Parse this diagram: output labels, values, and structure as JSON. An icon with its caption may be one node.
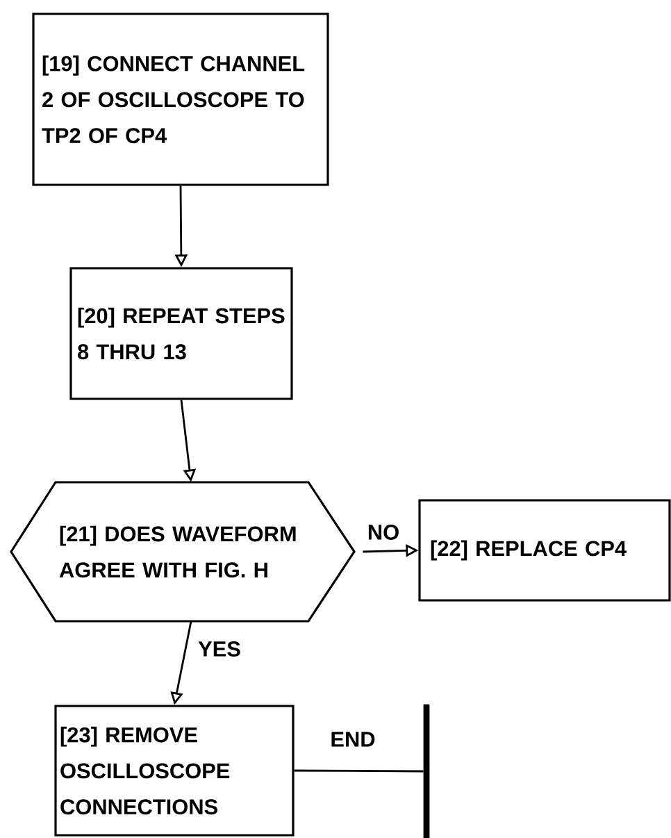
{
  "diagram": {
    "nodes": [
      {
        "text": [
          "[19] CONNECT CHANNEL 2 OF OSCILLOSCOPE TO TP2 OF CP4"
        ]
      },
      {
        "text": [
          "[20] REPEAT STEPS 8 THRU 13"
        ]
      },
      {
        "text": [
          "[21] DOES WAVEFORM AGREE WITH FIG. H"
        ]
      },
      {
        "text": [
          "[22] REPLACE CP4"
        ]
      },
      {
        "text": [
          "[23] REMOVE OSCILLOSCOPE CONNECTIONS"
        ]
      },
      {
        "text": [],
        "shape": "bar"
      }
    ],
    "edges": [
      {
        "from": 0,
        "to": 1,
        "arrow": "to"
      },
      {
        "from": 1,
        "to": 2,
        "arrow": "to"
      },
      {
        "from": 2,
        "to": 3,
        "arrow": "to",
        "label": "NO"
      },
      {
        "from": 2,
        "to": 4,
        "arrow": "to",
        "label": "YES"
      },
      {
        "from": 4,
        "to": 5,
        "arrow": "none",
        "label": "END"
      }
    ]
  }
}
